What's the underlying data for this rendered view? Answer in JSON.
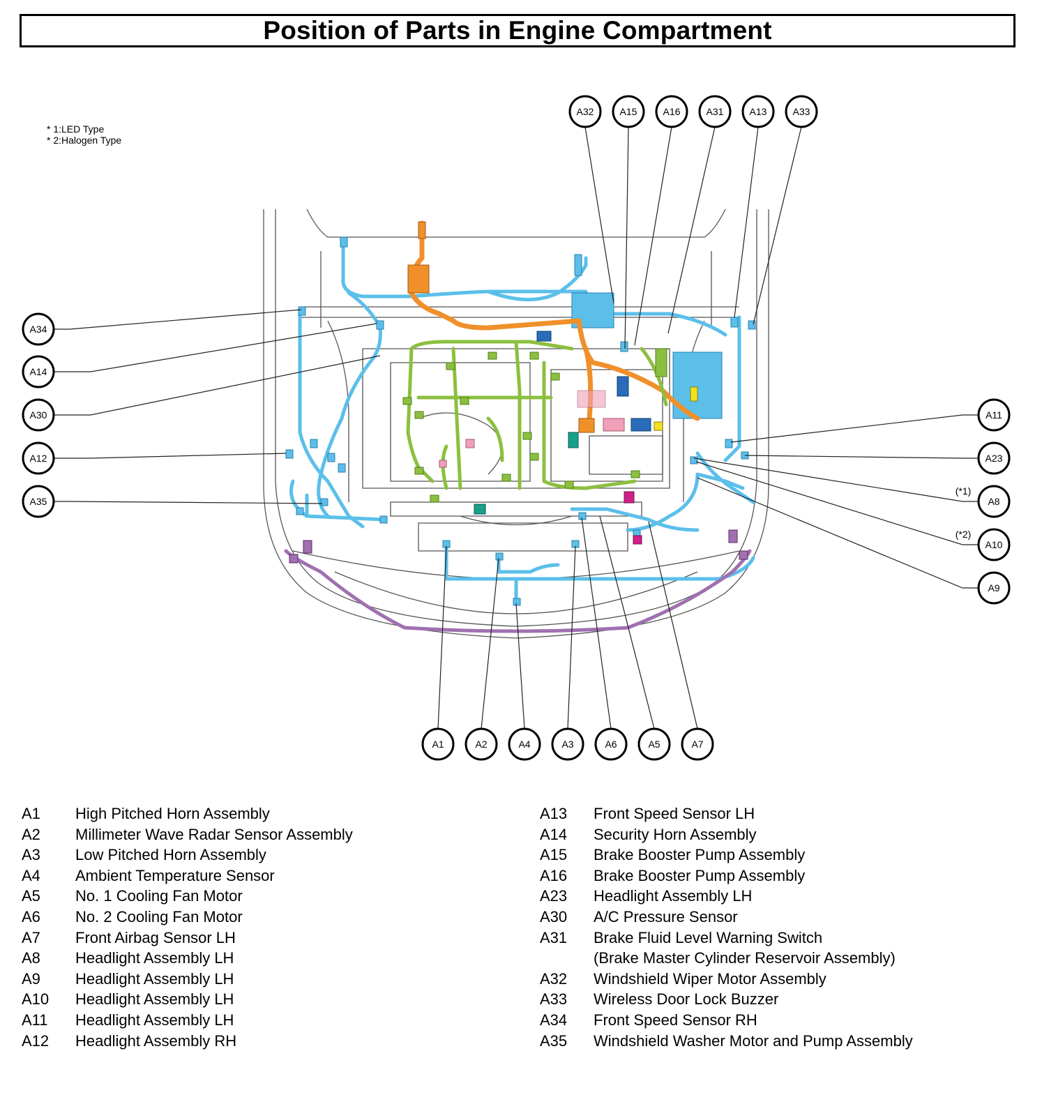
{
  "title": "Position of Parts in Engine Compartment",
  "notes": [
    "* 1:LED Type",
    "* 2:Halogen Type"
  ],
  "callouts": {
    "A32": "A32",
    "A15": "A15",
    "A16": "A16",
    "A31": "A31",
    "A13": "A13",
    "A33": "A33",
    "A34": "A34",
    "A14": "A14",
    "A30": "A30",
    "A12": "A12",
    "A35": "A35",
    "A11": "A11",
    "A23": "A23",
    "A8": "A8",
    "A10": "A10",
    "A9": "A9",
    "A1": "A1",
    "A2": "A2",
    "A4": "A4",
    "A3": "A3",
    "A6": "A6",
    "A5": "A5",
    "A7": "A7"
  },
  "callout_notes": {
    "A8": "(*1)",
    "A10": "(*2)"
  },
  "colors": {
    "light_blue": "#5bbfea",
    "green": "#8cbf3f",
    "orange": "#f0902a",
    "purple": "#a070b0",
    "dark_blue": "#2a6cb8",
    "teal": "#1aa08a",
    "magenta": "#d0208a",
    "pink": "#f0a0b8",
    "yellow": "#f4e020"
  },
  "legend_left": [
    {
      "code": "A1",
      "desc": "High Pitched Horn Assembly"
    },
    {
      "code": "A2",
      "desc": "Millimeter Wave Radar Sensor Assembly"
    },
    {
      "code": "A3",
      "desc": "Low Pitched Horn Assembly"
    },
    {
      "code": "A4",
      "desc": "Ambient Temperature Sensor"
    },
    {
      "code": "A5",
      "desc": "No. 1 Cooling Fan Motor"
    },
    {
      "code": "A6",
      "desc": "No. 2 Cooling Fan Motor"
    },
    {
      "code": "A7",
      "desc": "Front Airbag Sensor LH"
    },
    {
      "code": "A8",
      "desc": "Headlight Assembly LH"
    },
    {
      "code": "A9",
      "desc": "Headlight Assembly LH"
    },
    {
      "code": "A10",
      "desc": "Headlight Assembly LH"
    },
    {
      "code": "A11",
      "desc": "Headlight Assembly LH"
    },
    {
      "code": "A12",
      "desc": "Headlight Assembly RH"
    }
  ],
  "legend_right": [
    {
      "code": "A13",
      "desc": "Front Speed Sensor LH"
    },
    {
      "code": "A14",
      "desc": "Security Horn Assembly"
    },
    {
      "code": "A15",
      "desc": "Brake Booster Pump Assembly"
    },
    {
      "code": "A16",
      "desc": "Brake Booster Pump Assembly"
    },
    {
      "code": "A23",
      "desc": "Headlight Assembly LH"
    },
    {
      "code": "A30",
      "desc": "A/C Pressure Sensor"
    },
    {
      "code": "A31",
      "desc": "Brake Fluid Level Warning Switch"
    },
    {
      "code": "",
      "desc": "(Brake Master Cylinder Reservoir Assembly)"
    },
    {
      "code": "A32",
      "desc": "Windshield Wiper Motor Assembly"
    },
    {
      "code": "A33",
      "desc": "Wireless Door Lock Buzzer"
    },
    {
      "code": "A34",
      "desc": "Front Speed Sensor RH"
    },
    {
      "code": "A35",
      "desc": "Windshield Washer Motor and Pump Assembly"
    }
  ]
}
